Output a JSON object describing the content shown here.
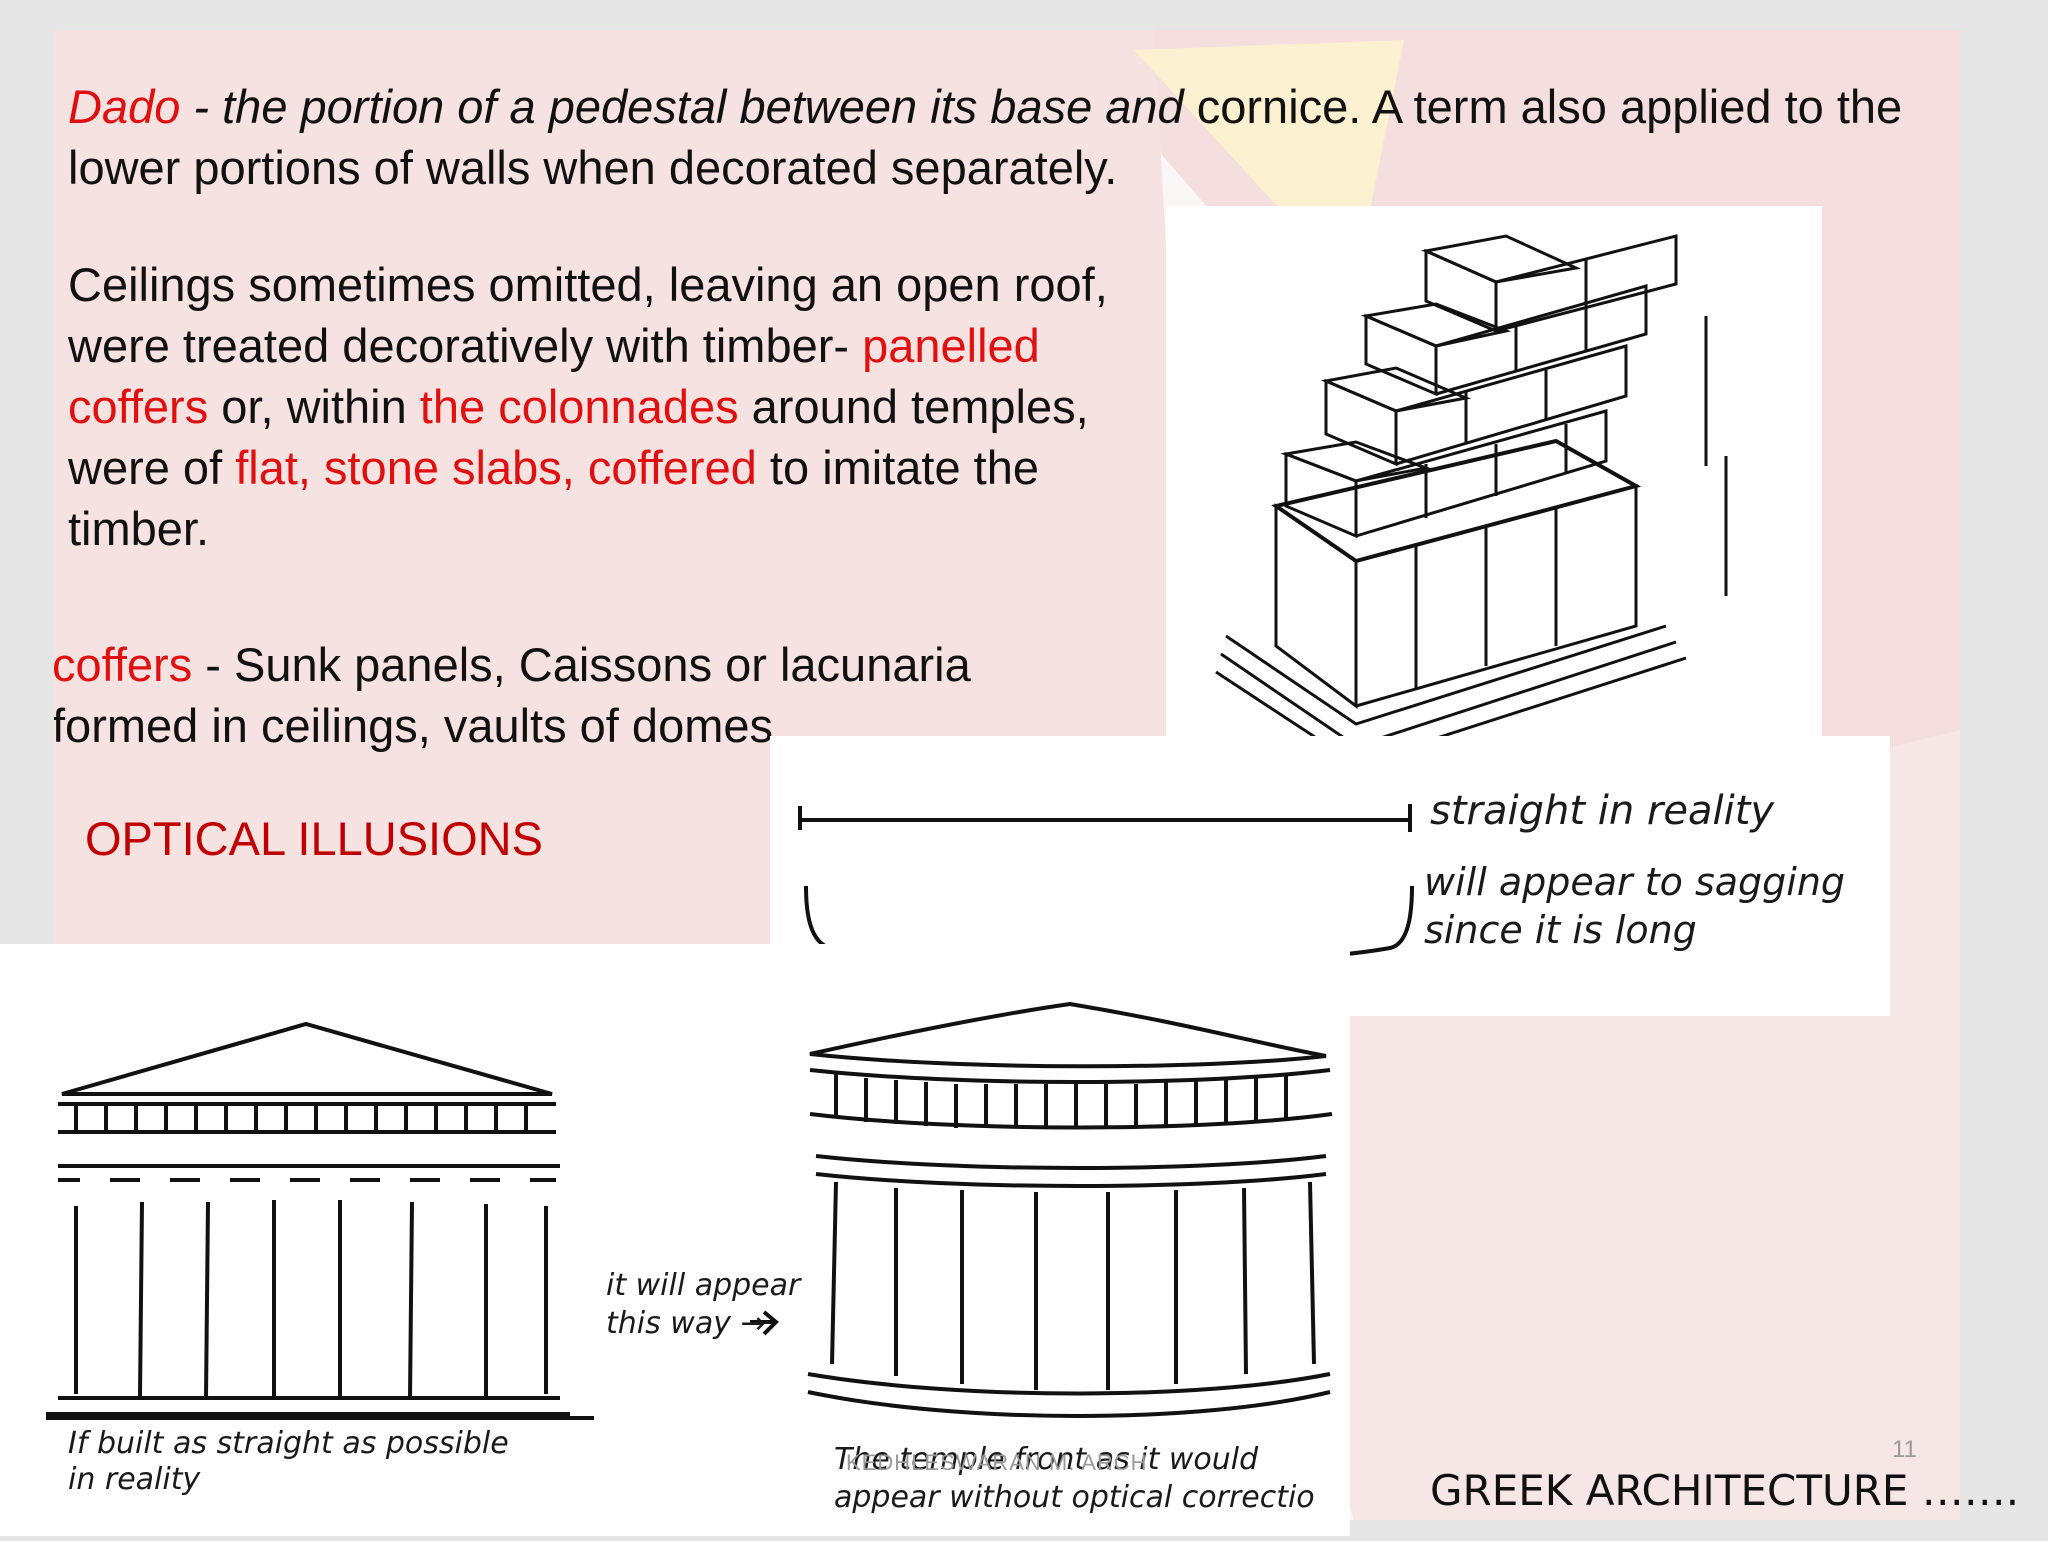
{
  "dado": {
    "term": "Dado",
    "definition_italic": " - the portion of a pedestal between its base and",
    "definition_rest": " cornice. A term also applied to the lower portions of walls when decorated separately."
  },
  "ceilings": {
    "p1": "Ceilings sometimes omitted, leaving an open roof, were treated decoratively with timber-",
    "h1": "panelled coffers",
    "p2": " or, within ",
    "h2": "the colonnades",
    "p3": " around temples, were of ",
    "h3": "flat, stone slabs,",
    "h4": "coffered",
    "p4": " to imitate the timber."
  },
  "coffers": {
    "term": "coffers",
    "definition": " - Sunk panels, Caissons or lacunaria formed in ceilings, vaults of domes."
  },
  "optical_heading": "OPTICAL ILLUSIONS",
  "sag_sketch": {
    "label1": "straight in reality",
    "label2a": "will appear to sagging",
    "label2b": "since it is long"
  },
  "temple_sketch": {
    "caption_left_a": "If built as straight as possible",
    "caption_left_b": "in reality",
    "arrow_a": "it will appear",
    "arrow_b": "this way →",
    "caption_right_a": "The temple front as it would",
    "caption_right_b": "appear without optical correctio"
  },
  "footer": {
    "author": "KEDHLESWARAN M. ARCH",
    "page": "11",
    "title": "GREEK ARCHITECTURE ……."
  },
  "colors": {
    "highlight": "#e01010",
    "heading": "#c00000",
    "text": "#111111"
  }
}
